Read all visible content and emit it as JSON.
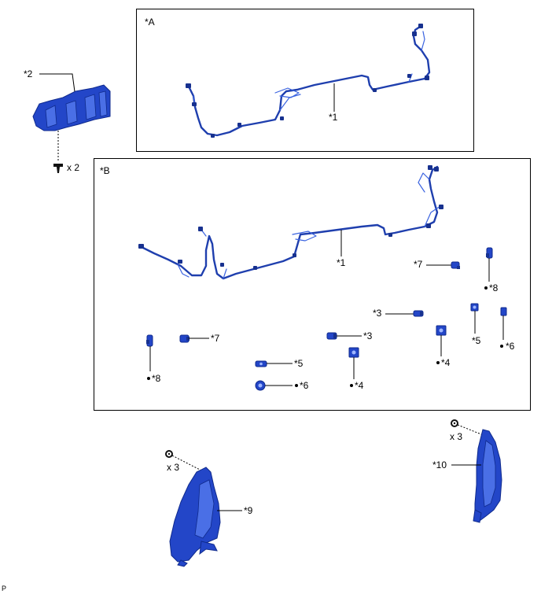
{
  "diagram": {
    "section_labels": {
      "a": "*A",
      "b": "*B"
    },
    "callouts": {
      "c1a": "*1",
      "c1b": "*1",
      "c2": "*2",
      "c3a": "*3",
      "c3b": "*3",
      "c4a": "*4",
      "c4b": "*4",
      "c5a": "*5",
      "c5b": "*5",
      "c6a": "*6",
      "c6b": "*6",
      "c7a": "*7",
      "c7b": "*7",
      "c8a": "*8",
      "c8b": "*8",
      "c9": "*9",
      "c10": "*10"
    },
    "quantities": {
      "bolt_x2": "x 2",
      "clip_x3_left": "x 3",
      "clip_x3_right": "x 3"
    },
    "footer_code": "P"
  },
  "colors": {
    "part_blue": "#2346c8",
    "wire_blue": "#1f3fae",
    "outline": "#000000"
  }
}
